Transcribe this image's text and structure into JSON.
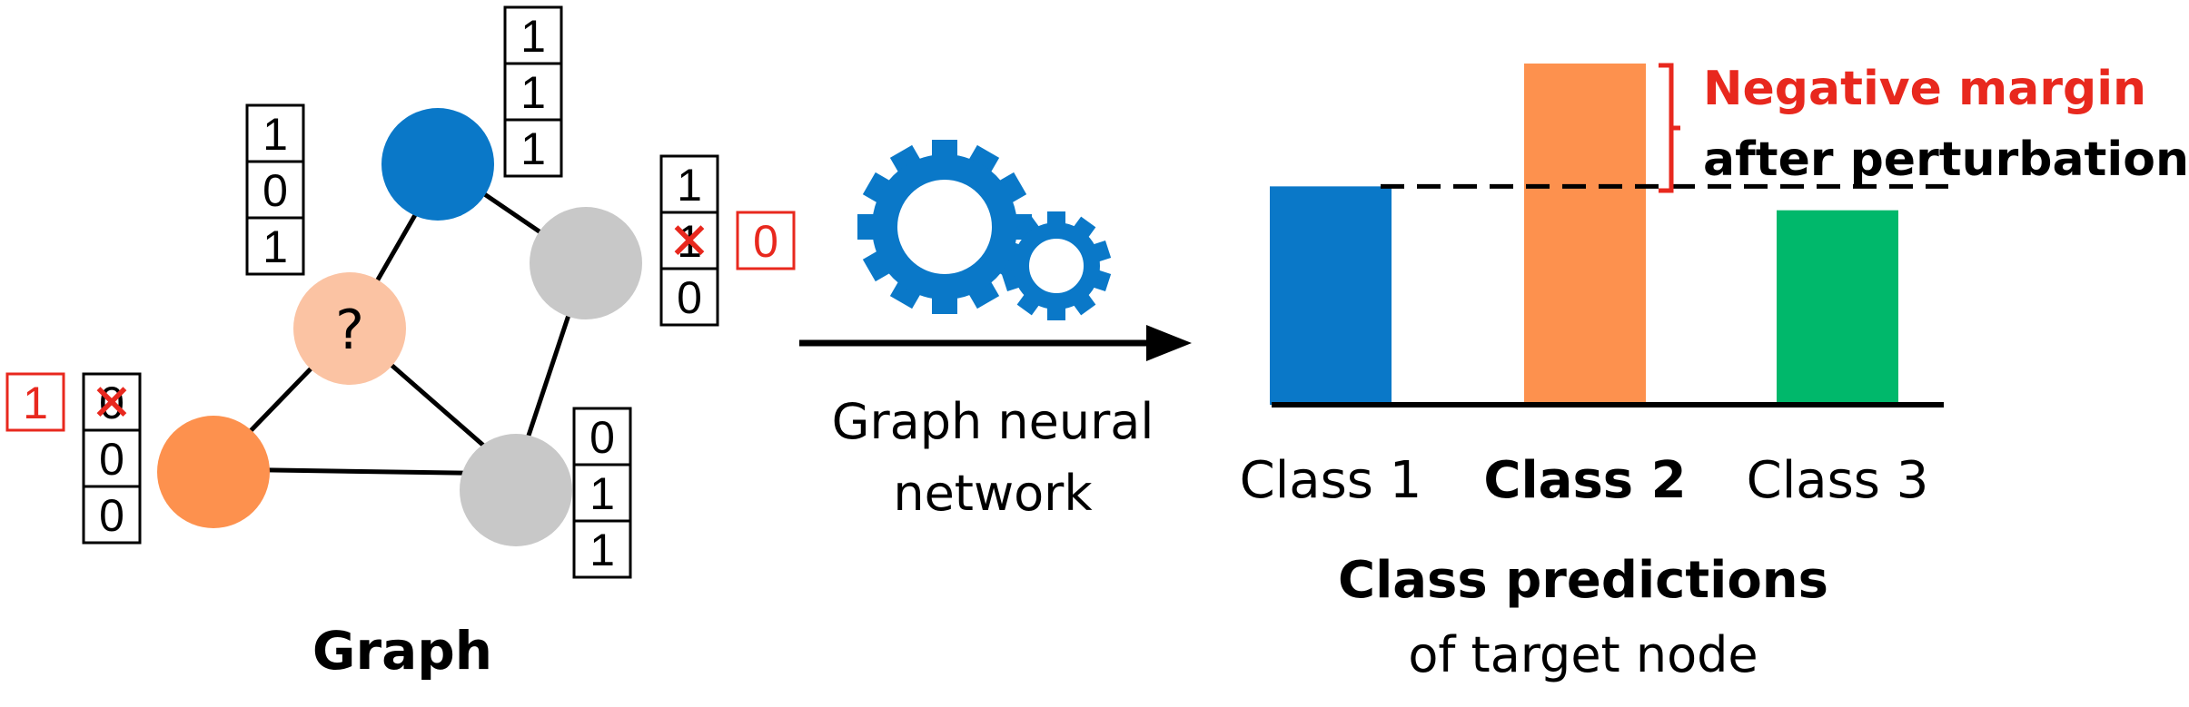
{
  "graph": {
    "title": "Graph",
    "target_node_label": "?",
    "feature_vectors": {
      "top_blue": [
        "1",
        "1",
        "1"
      ],
      "left_target": [
        "1",
        "0",
        "1"
      ],
      "right_gray": [
        "1",
        "1",
        "0"
      ],
      "bottom_orange": [
        "0",
        "0",
        "0"
      ],
      "bottom_gray": [
        "0",
        "1",
        "1"
      ]
    },
    "perturbations": {
      "right_gray_new_value": "0",
      "bottom_orange_new_value": "1",
      "cross_mark": "✕"
    }
  },
  "model": {
    "label_line1": "Graph neural",
    "label_line2": "network",
    "icon": "gears-icon"
  },
  "predictions": {
    "title": "Class predictions",
    "subtitle": "of target node",
    "annotation_line1": "Negative margin",
    "annotation_line2": "after perturbation",
    "chart_data": {
      "type": "bar",
      "categories": [
        "Class 1",
        "Class 2",
        "Class 3"
      ],
      "values": [
        0.64,
        1.0,
        0.57
      ],
      "highlighted_category": "Class 2",
      "reference_value": 0.64,
      "colors": [
        "#0a78c8",
        "#fd914e",
        "#00b86b"
      ]
    }
  },
  "colors": {
    "blue": "#0a78c8",
    "orange": "#fd914e",
    "peach": "#fbc3a3",
    "gray": "#c8c8c8",
    "green": "#00b86b",
    "red": "#e8281e",
    "black": "#000000"
  }
}
